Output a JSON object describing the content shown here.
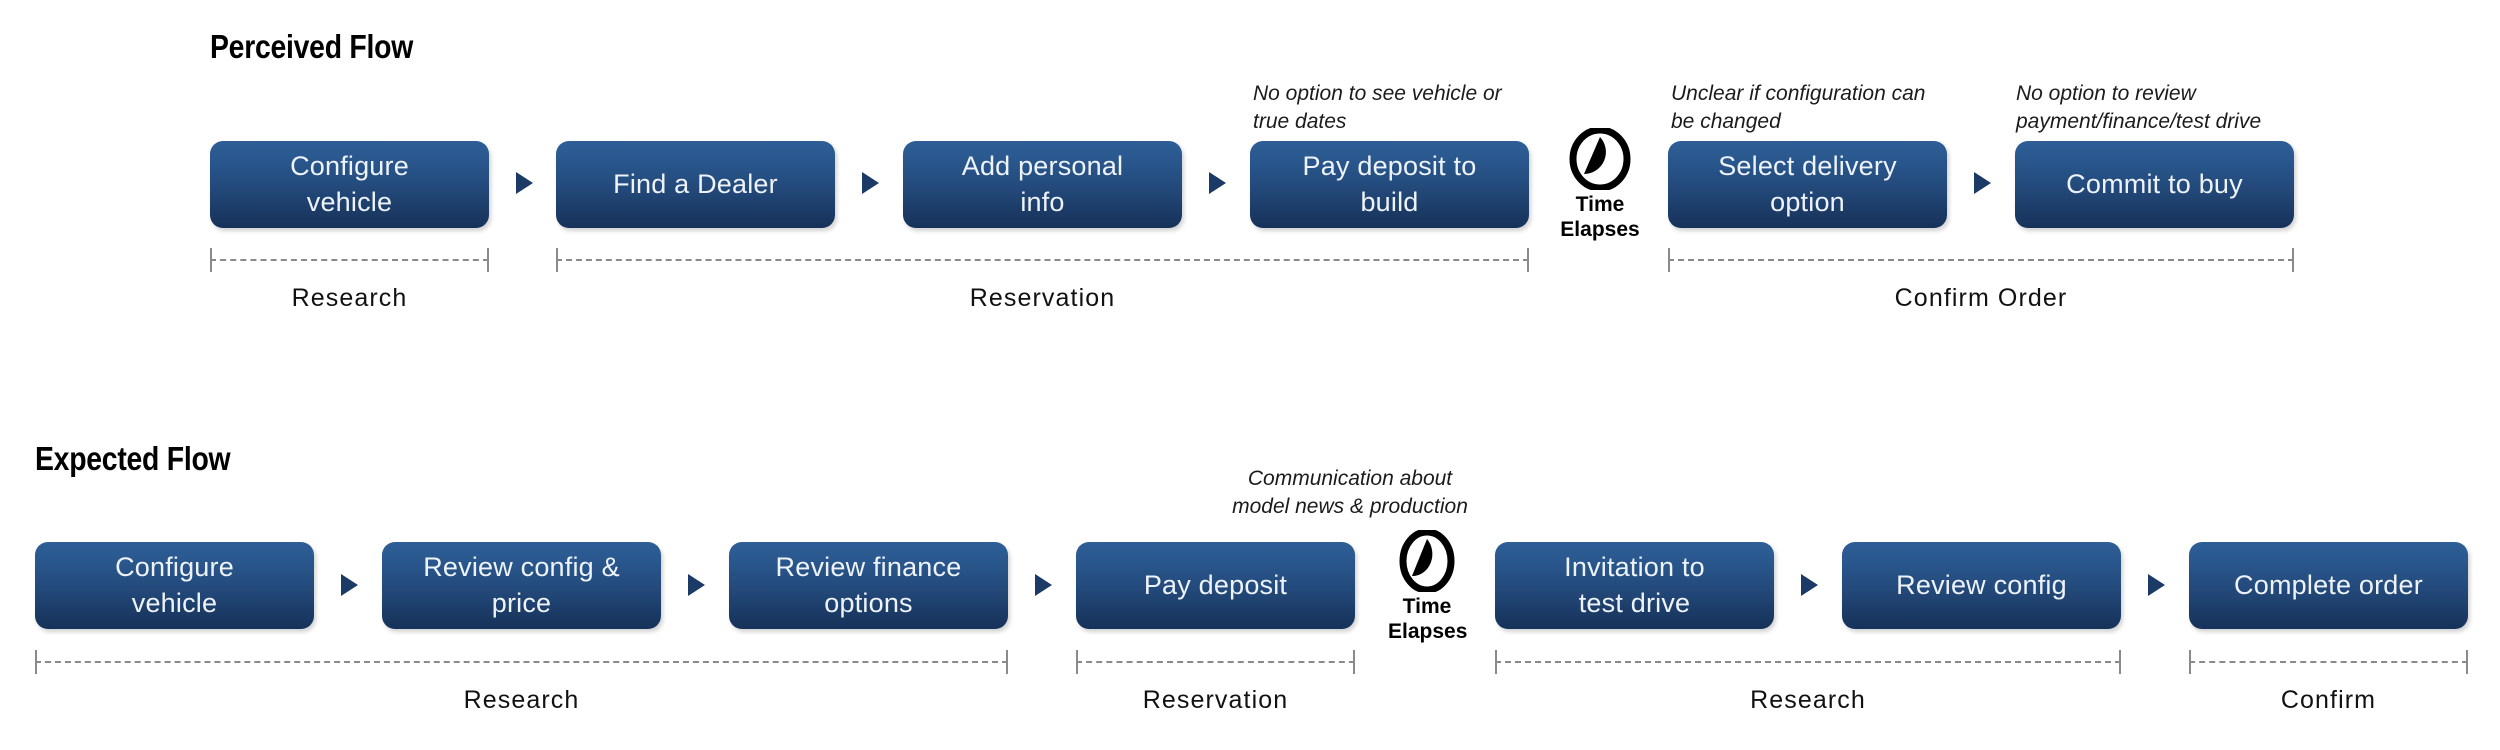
{
  "diagram": {
    "background": "#ffffff",
    "node_fill_top": "#2e5e96",
    "node_fill_bottom": "#16325a",
    "node_text_color": "#eef3f9",
    "arrow_color": "#1b3a66",
    "dash_color": "#8a8a8a"
  },
  "rows": [
    {
      "title": "Perceived Flow",
      "nodes": [
        {
          "label": "Configure\nvehicle"
        },
        {
          "label": "Find a Dealer"
        },
        {
          "label": "Add personal\ninfo"
        },
        {
          "label": "Pay deposit to\nbuild"
        },
        {
          "label": "Select delivery\noption"
        },
        {
          "label": "Commit to buy"
        }
      ],
      "notes": [
        {
          "text": "No option to see vehicle or\ntrue dates"
        },
        {
          "text": "Unclear if configuration can\nbe changed"
        },
        {
          "text": "No option to review\npayment/finance/test drive"
        }
      ],
      "clock": {
        "label": "Time\nElapses",
        "icon": "clock-icon"
      },
      "stages": [
        {
          "label": "Research"
        },
        {
          "label": "Reservation"
        },
        {
          "label": "Confirm Order"
        }
      ]
    },
    {
      "title": "Expected Flow",
      "nodes": [
        {
          "label": "Configure\nvehicle"
        },
        {
          "label": "Review config &\nprice"
        },
        {
          "label": "Review finance\noptions"
        },
        {
          "label": "Pay deposit"
        },
        {
          "label": "Invitation to\ntest drive"
        },
        {
          "label": "Review config"
        },
        {
          "label": "Complete order"
        }
      ],
      "notes": [
        {
          "text": "Communication about\nmodel news & production"
        }
      ],
      "clock": {
        "label": "Time\nElapses",
        "icon": "clock-icon"
      },
      "stages": [
        {
          "label": "Research"
        },
        {
          "label": "Reservation"
        },
        {
          "label": "Research"
        },
        {
          "label": "Confirm"
        }
      ]
    }
  ]
}
